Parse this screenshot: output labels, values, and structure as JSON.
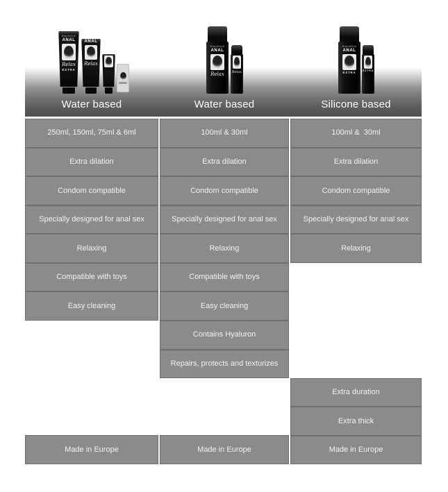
{
  "palette": {
    "cell_bg": "#8b8b8b",
    "cell_border": "#6e6e6e",
    "band_bottom": "#4e4e4e",
    "cell_text": "#f2f2f2",
    "header_text": "#ffffff"
  },
  "products": {
    "brand": "BlackHole",
    "name": "ANAL",
    "relax_script": "Relax",
    "extra_label": "EXTRA"
  },
  "chart_data": {
    "type": "table",
    "columns": [
      {
        "header": "Water based",
        "features_top": [
          "250ml, 150ml, 75ml & 6ml",
          "Extra dilation",
          "Condom compatible",
          "Specially designed for anal sex",
          "Relaxing",
          "Compatible with toys",
          "Easy cleaning"
        ],
        "features_bottom": [
          "Made in Europe"
        ]
      },
      {
        "header": "Water based",
        "features_top": [
          "100ml & 30ml",
          "Extra dilation",
          "Condom compatible",
          "Specially designed for anal sex",
          "Relaxing",
          "Compatible with toys",
          "Easy cleaning",
          "Contains Hyaluron",
          "Repairs, protects and texturizes"
        ],
        "features_bottom": [
          "Made in Europe"
        ]
      },
      {
        "header": "Silicone based",
        "features_top": [
          "100ml &  30ml",
          "Extra dilation",
          "Condom compatible",
          "Specially designed for anal sex",
          "Relaxing"
        ],
        "features_bottom": [
          "Extra duration",
          "Extra thick",
          "Made in Europe"
        ]
      }
    ]
  }
}
